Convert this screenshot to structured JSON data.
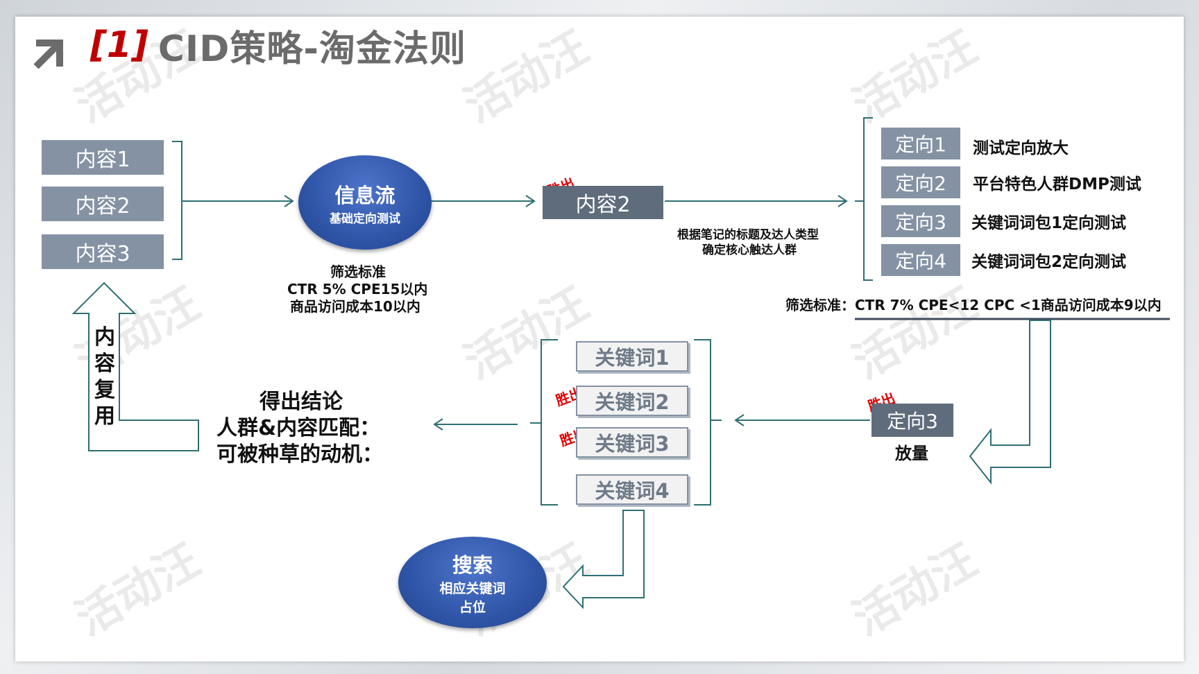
{
  "title": {
    "num": "[1]",
    "text": "CID策略-淘金法则"
  },
  "content_boxes": [
    "内容1",
    "内容2",
    "内容3"
  ],
  "info_flow": {
    "title": "信息流",
    "subtitle": "基础定向测试"
  },
  "filter1": [
    "筛选标准",
    "CTR 5%  CPE15以内",
    "商品访问成本10以内"
  ],
  "winner_label": "胜出",
  "selected_content": "内容2",
  "note": [
    "根据笔记的标题及达人类型",
    "确定核心触达人群"
  ],
  "targeting": [
    {
      "label": "定向1",
      "desc": "测试定向放大"
    },
    {
      "label": "定向2",
      "desc": "平台特色人群DMP测试"
    },
    {
      "label": "定向3",
      "desc": "关键词词包1定向测试"
    },
    {
      "label": "定向4",
      "desc": "关键词词包2定向测试"
    }
  ],
  "filter2": "筛选标准：CTR 7%  CPE<12  CPC <1商品访问成本9以内",
  "selected_targeting": {
    "label": "定向3",
    "caption": "放量"
  },
  "keywords": [
    "关键词1",
    "关键词2",
    "关键词3",
    "关键词4"
  ],
  "conclusion": [
    "得出结论",
    "人群&内容匹配：",
    "可被种草的动机："
  ],
  "reuse_label": [
    "内",
    "容",
    "复",
    "用"
  ],
  "search": {
    "title": "搜索",
    "sub1": "相应关键词",
    "sub2": "占位"
  },
  "watermark": "活动汪",
  "colors": {
    "box": "#8492a4",
    "box_dark": "#5f6c7c",
    "line": "#2e6e73",
    "ellipse": "#2f55a8",
    "accent": "#c00000"
  }
}
